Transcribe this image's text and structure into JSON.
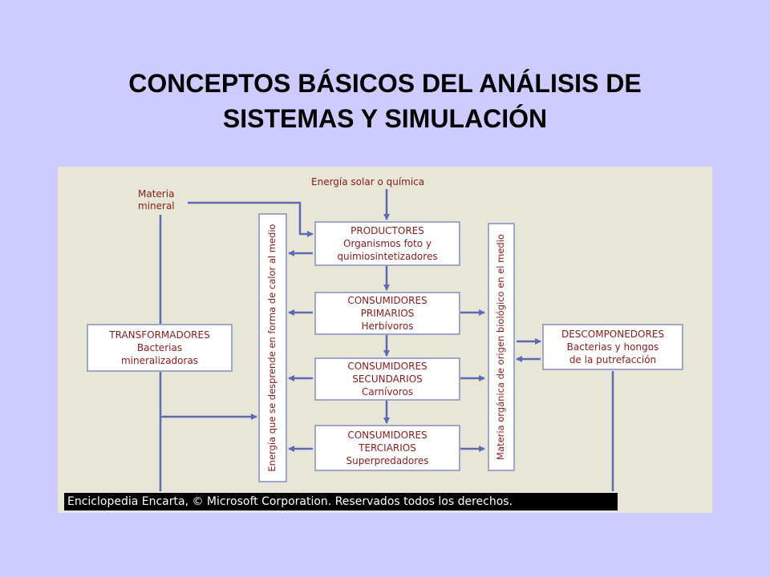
{
  "title": {
    "line1": "CONCEPTOS BÁSICOS DEL ANÁLISIS DE",
    "line2": "SISTEMAS Y SIMULACIÓN"
  },
  "diagram": {
    "energy_source": "Energía solar o química",
    "mineral_matter": [
      "Materia",
      "mineral"
    ],
    "producers": [
      "PRODUCTORES",
      "Organismos foto y",
      "quimiosintetizadores"
    ],
    "primary_consumers": [
      "CONSUMIDORES",
      "PRIMARIOS",
      "Herbívoros"
    ],
    "secondary_consumers": [
      "CONSUMIDORES",
      "SECUNDARIOS",
      "Carnívoros"
    ],
    "tertiary_consumers": [
      "CONSUMIDORES",
      "TERCIARIOS",
      "Superpredadores"
    ],
    "transformers": [
      "TRANSFORMADORES",
      "Bacterias",
      "mineralizadoras"
    ],
    "decomposers": [
      "DESCOMPONEDORES",
      "Bacterias y hongos",
      "de la putrefacción"
    ],
    "heat_energy_bar": "Energía que se desprende en forma de calor al medio",
    "organic_matter_bar": "Materia orgánica de origen biológico en el medio",
    "credit": "Enciclopedia Encarta, © Microsoft Corporation. Reservados todos los derechos."
  },
  "colors": {
    "background": "#ccccff",
    "diagram_bg": "#e8e6d6",
    "arrow": "#5a6ab4",
    "text": "#8a1a1a"
  }
}
